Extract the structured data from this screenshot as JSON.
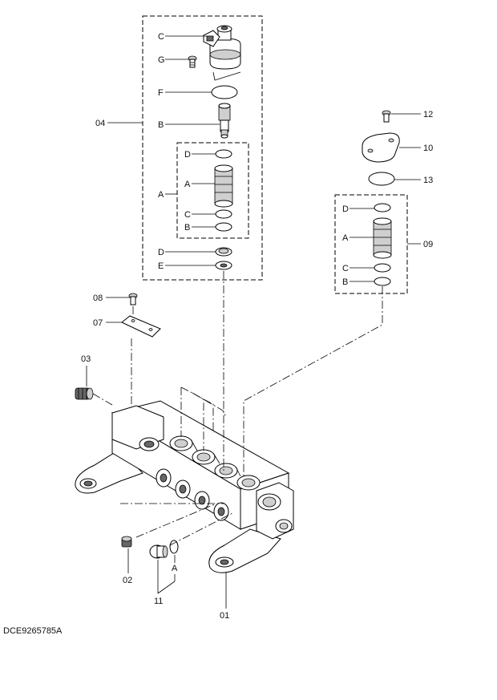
{
  "drawing_code": "DCE9265785A",
  "labels": {
    "c": "C",
    "g": "G",
    "f": "F",
    "b": "B",
    "d": "D",
    "a": "A",
    "e": "E",
    "p01": "01",
    "p02": "02",
    "p03": "03",
    "p04": "04",
    "p07": "07",
    "p08": "08",
    "p09": "09",
    "p10": "10",
    "p11": "11",
    "p12": "12",
    "p13": "13"
  }
}
